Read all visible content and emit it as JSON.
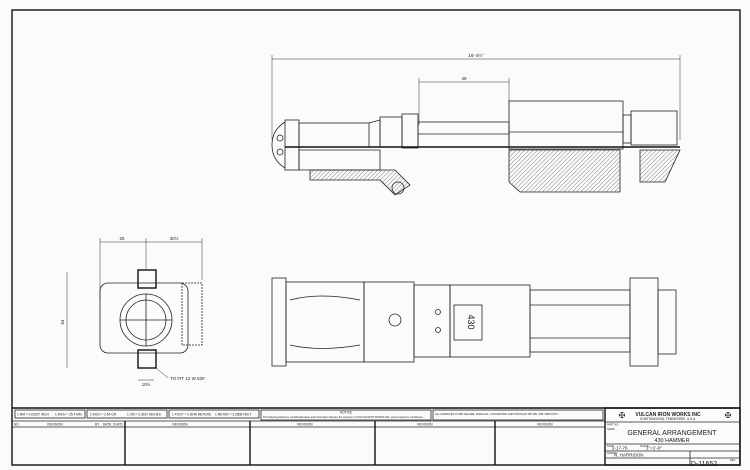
{
  "dimensions": {
    "overall_length": "16'-4½\"",
    "stroke_length": "49",
    "end_left": "25",
    "end_right": "30½",
    "end_height": "54",
    "end_bottom": "10½",
    "fit_note": "TO FIT 12 W 53#"
  },
  "side_plate_label": "430",
  "conversions": [
    "1 MM = 0.03937 INCH",
    "1 INCH = 25.4 MM",
    "1 INCH = 2.54 CM",
    "1 CM = 0.3937 INCHES",
    "1 FOOT = 0.3048 METERS",
    "1 METER = 3.2808 FEET"
  ],
  "notice": {
    "heading": "NOTICE",
    "body": "This drawing discloses confidential ideas and information that are the property of VULCAN IRON WORKS INC. and is loaned in confidence..."
  },
  "tolerance_note": "ALL SURFACES TO BE SQUARE, PARALLEL, CONCENTRIC AND STRAIGHT WITHIN .005\" PER FOOT...",
  "revision_headers": {
    "no": "NO",
    "revision": "REVISION",
    "by": "BY",
    "date": "DATE",
    "chkd": "CHK'D"
  },
  "title_block": {
    "company": "VULCAN IRON WORKS INC",
    "location": "CHATTANOOGA, TENNESSEE, U.S.A.",
    "part_no_label": "PART NO.",
    "name_label": "NAME",
    "title": "GENERAL ARRANGEMENT",
    "subtitle": "430 HAMMER",
    "date_label": "DATE",
    "date": "2-17-76",
    "scale_label": "SCALE",
    "scale": "1\"=1'-0\"",
    "drawn_label": "DRAWN",
    "drawn_by": "N. HARRISON",
    "drawing_no": "D-11652",
    "rev_label": "REV"
  }
}
